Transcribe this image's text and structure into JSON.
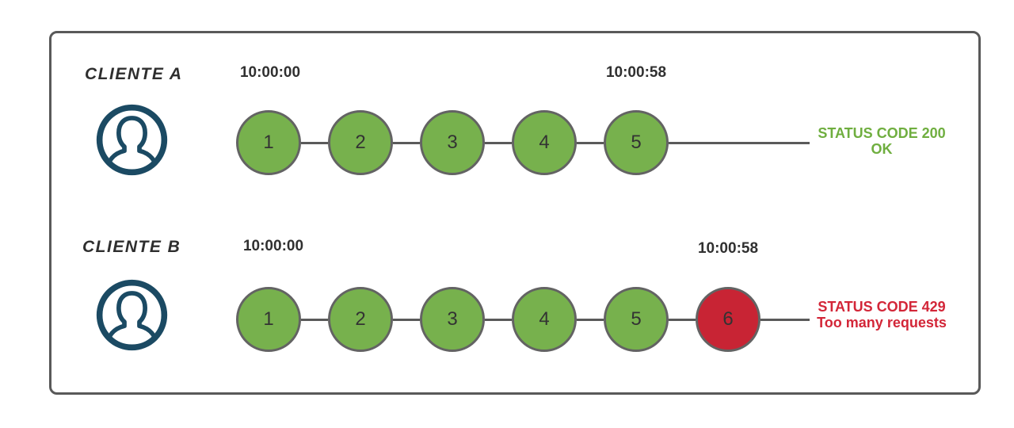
{
  "diagram": {
    "colors": {
      "success_circle": "#77b14d",
      "error_circle": "#c82434",
      "success_text": "#6fae3f",
      "error_text": "#d32638",
      "icon_navy": "#1b4a63",
      "frame_border": "#595959",
      "timeline_line": "#5a5a5a",
      "timestamp_text": "#303030"
    },
    "icons": {
      "user": "user-avatar-icon"
    },
    "rows": [
      {
        "client": "CLIENTE A",
        "start_time": "10:00:00",
        "end_time": "10:00:58",
        "requests": [
          {
            "label": "1",
            "status": "success"
          },
          {
            "label": "2",
            "status": "success"
          },
          {
            "label": "3",
            "status": "success"
          },
          {
            "label": "4",
            "status": "success"
          },
          {
            "label": "5",
            "status": "success"
          }
        ],
        "status_type": "success",
        "status_code": "STATUS CODE 200",
        "status_message": "OK"
      },
      {
        "client": "CLIENTE B",
        "start_time": "10:00:00",
        "end_time": "10:00:58",
        "requests": [
          {
            "label": "1",
            "status": "success"
          },
          {
            "label": "2",
            "status": "success"
          },
          {
            "label": "3",
            "status": "success"
          },
          {
            "label": "4",
            "status": "success"
          },
          {
            "label": "5",
            "status": "success"
          },
          {
            "label": "6",
            "status": "error"
          }
        ],
        "status_type": "error",
        "status_code": "STATUS CODE 429",
        "status_message": "Too many requests"
      }
    ]
  }
}
